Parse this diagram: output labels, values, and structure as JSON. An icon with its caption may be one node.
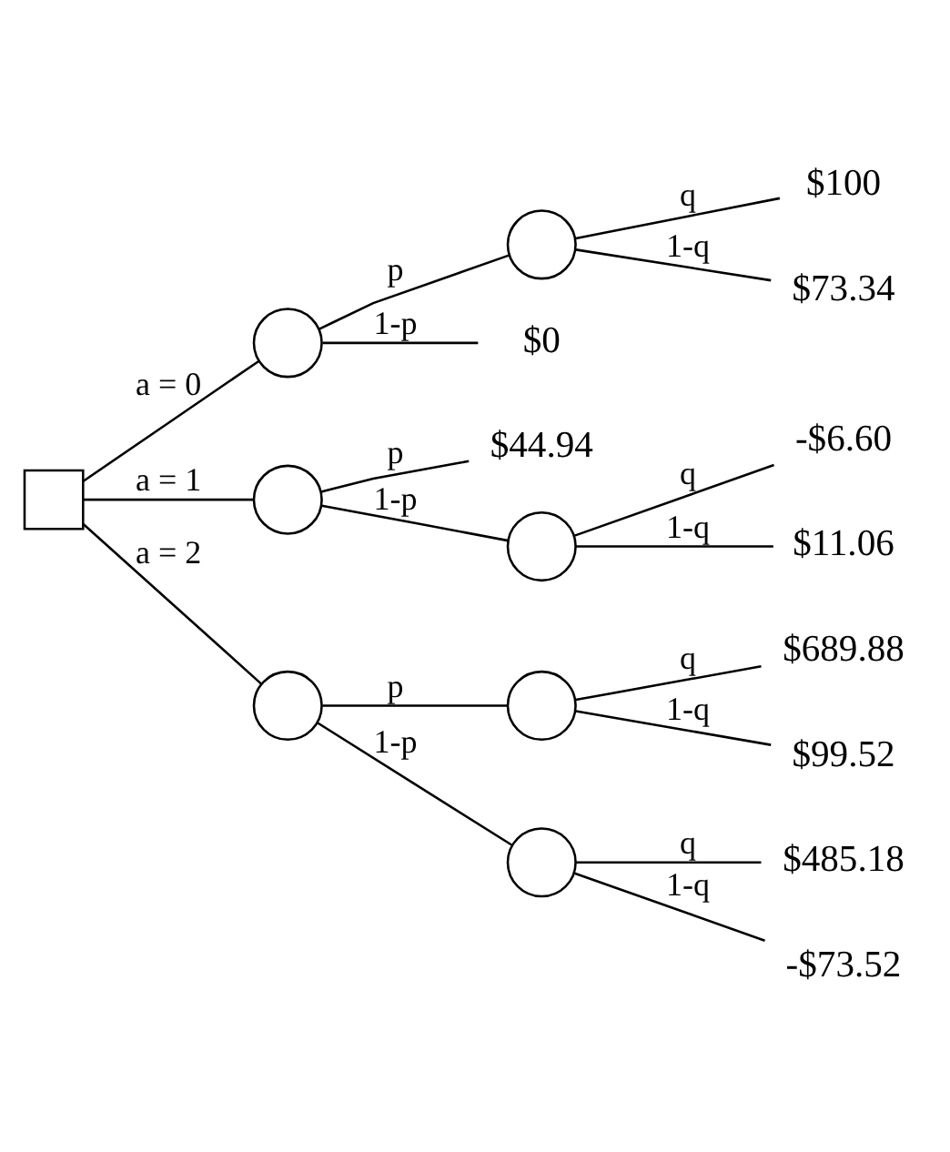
{
  "diagram": {
    "nodes": [
      {
        "text": [],
        "shape": "box"
      },
      {
        "text": [],
        "shape": "circle"
      },
      {
        "text": [],
        "shape": "circle"
      },
      {
        "text": [],
        "shape": "circle"
      },
      {
        "text": [],
        "shape": "circle"
      },
      {
        "text": [],
        "shape": "circle"
      },
      {
        "text": [],
        "shape": "circle"
      },
      {
        "text": [],
        "shape": "circle"
      },
      {
        "text": [
          "$100"
        ]
      },
      {
        "text": [
          "$73.34"
        ]
      },
      {
        "text": [
          "$0"
        ]
      },
      {
        "text": [
          "$44.94"
        ]
      },
      {
        "text": [
          "-$6.60"
        ]
      },
      {
        "text": [
          "$11.06"
        ]
      },
      {
        "text": [
          "$689.88"
        ]
      },
      {
        "text": [
          "$99.52"
        ]
      },
      {
        "text": [
          "$485.18"
        ]
      },
      {
        "text": [
          "-$73.52"
        ]
      }
    ],
    "edges": [
      {
        "from": 0,
        "to": 1,
        "arrow": "none",
        "label": "a = 0"
      },
      {
        "from": 0,
        "to": 2,
        "arrow": "none",
        "label": "a = 1"
      },
      {
        "from": 0,
        "to": 3,
        "arrow": "none",
        "label": "a = 2"
      },
      {
        "from": 1,
        "to": 4,
        "arrow": "none",
        "label": "p"
      },
      {
        "from": 1,
        "to": 10,
        "arrow": "none",
        "label": "1-p"
      },
      {
        "from": 4,
        "to": 8,
        "arrow": "none",
        "label": "q"
      },
      {
        "from": 4,
        "to": 9,
        "arrow": "none",
        "label": "1-q"
      },
      {
        "from": 2,
        "to": 11,
        "arrow": "none",
        "label": "p"
      },
      {
        "from": 2,
        "to": 5,
        "arrow": "none",
        "label": "1-p"
      },
      {
        "from": 5,
        "to": 12,
        "arrow": "none",
        "label": "q"
      },
      {
        "from": 5,
        "to": 13,
        "arrow": "none",
        "label": "1-q"
      },
      {
        "from": 3,
        "to": 6,
        "arrow": "none",
        "label": "p"
      },
      {
        "from": 3,
        "to": 7,
        "arrow": "none",
        "label": "1-p"
      },
      {
        "from": 6,
        "to": 14,
        "arrow": "none",
        "label": "q"
      },
      {
        "from": 6,
        "to": 15,
        "arrow": "none",
        "label": "1-q"
      },
      {
        "from": 7,
        "to": 16,
        "arrow": "none",
        "label": "q"
      },
      {
        "from": 7,
        "to": 17,
        "arrow": "none",
        "label": "1-q"
      }
    ]
  }
}
